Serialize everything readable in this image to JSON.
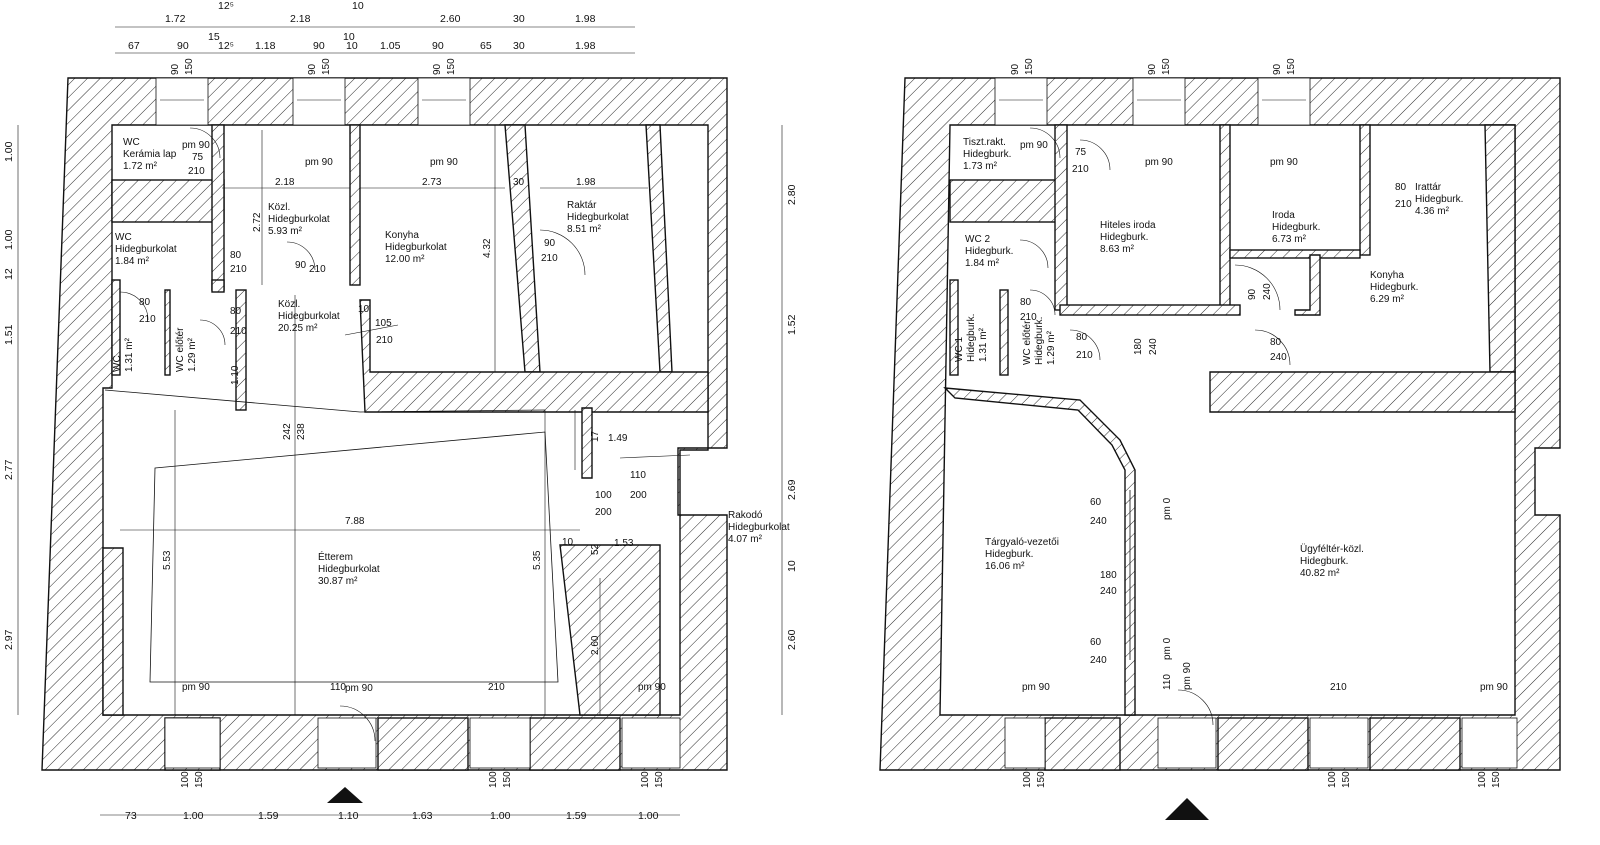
{
  "plan_left": {
    "top_dims_row1": [
      "1.72",
      "12⁵",
      "2.18",
      "10",
      "2.60",
      "30",
      "1.98"
    ],
    "top_dims_row2": [
      "67",
      "90",
      "15",
      "12⁵",
      "1.18",
      "90",
      "10",
      "10",
      "1.05",
      "90",
      "65",
      "30",
      "1.98"
    ],
    "bottom_dims": [
      "73",
      "1.00",
      "1.59",
      "1.10",
      "1.63",
      "1.00",
      "1.59",
      "1.00"
    ],
    "left_dims": [
      "1.00",
      "1.00",
      "12",
      "1.51",
      "2.77",
      "2.97"
    ],
    "right_dims": [
      "2.80",
      "1.52",
      "2.69",
      "10",
      "2.60"
    ],
    "window_top": [
      "90",
      "150"
    ],
    "window_bottom": [
      "100",
      "150"
    ],
    "rooms": [
      {
        "name": "WC",
        "floor": "Kerámia lap",
        "area": "1.72 m²"
      },
      {
        "name": "Közl.",
        "floor": "Hidegburkolat",
        "area": "5.93 m²"
      },
      {
        "name": "Konyha",
        "floor": "Hidegburkolat",
        "area": "12.00 m²"
      },
      {
        "name": "Raktár",
        "floor": "Hidegburkolat",
        "area": "8.51 m²"
      },
      {
        "name": "WC",
        "floor": "Hidegburkolat",
        "area": "1.84 m²"
      },
      {
        "name": "WC",
        "floor": "",
        "area": "1.31 m²"
      },
      {
        "name": "WC előtér",
        "floor": "",
        "area": "1.29 m²"
      },
      {
        "name": "Közl.",
        "floor": "Hidegburkolat",
        "area": "20.25 m²"
      },
      {
        "name": "Étterem",
        "floor": "Hidegburkolat",
        "area": "30.87 m²"
      },
      {
        "name": "Rakodó",
        "floor": "Hidegburkolat",
        "area": "4.07 m²"
      }
    ],
    "inner_dims": {
      "d_218": "2.18",
      "d_272": "2.72",
      "d_273": "2.73",
      "d_432": "4.32",
      "d_198": "1.98",
      "d_788": "7.88",
      "d_553": "5.53",
      "d_535": "5.35",
      "d_260": "2.60",
      "d_149": "1.49",
      "d_153": "1.53",
      "d_242": "242",
      "d_236": "238",
      "d_110": "1.10",
      "d_17": "17",
      "d_52": "52",
      "d_10": "10",
      "d_30": "30"
    },
    "door_labels": [
      "pm 90",
      "75",
      "210",
      "pm 90",
      "pm 90",
      "90",
      "210",
      "80",
      "210",
      "90",
      "210",
      "80",
      "210",
      "80",
      "210",
      "105",
      "210",
      "100",
      "200",
      "110",
      "200",
      "pm 90",
      "110",
      "210",
      "pm 90",
      "pm 90",
      "10"
    ]
  },
  "plan_right": {
    "window_top": [
      "90",
      "150"
    ],
    "window_bottom": [
      "100",
      "150"
    ],
    "rooms": [
      {
        "name": "Tiszt.rakt.",
        "floor": "Hidegburk.",
        "area": "1.73 m²"
      },
      {
        "name": "Hiteles iroda",
        "floor": "Hidegburk.",
        "area": "8.63 m²"
      },
      {
        "name": "Iroda",
        "floor": "Hidegburk.",
        "area": "6.73 m²"
      },
      {
        "name": "Irattár",
        "floor": "Hidegburk.",
        "area": "4.36 m²"
      },
      {
        "name": "WC 2",
        "floor": "Hidegburk.",
        "area": "1.84 m²"
      },
      {
        "name": "WC 1",
        "floor": "Hidegburk.",
        "area": "1.31 m²"
      },
      {
        "name": "WC előtér",
        "floor": "Hidegburk.",
        "area": "1.29 m²"
      },
      {
        "name": "Konyha",
        "floor": "Hidegburk.",
        "area": "6.29 m²"
      },
      {
        "name": "Tárgyaló-vezetői",
        "floor": "Hidegburk.",
        "area": "16.06 m²"
      },
      {
        "name": "Ügyféltér-közl.",
        "floor": "Hidegburk.",
        "area": "40.82 m²"
      }
    ],
    "door_labels": [
      "pm 90",
      "75",
      "210",
      "pm 90",
      "pm 90",
      "80",
      "210",
      "80",
      "210",
      "80",
      "210",
      "90",
      "240",
      "80",
      "240",
      "180",
      "240",
      "60",
      "240",
      "180",
      "240",
      "60",
      "240",
      "pm 0",
      "pm 0",
      "pm 90",
      "110",
      "210",
      "pm 90",
      "pm 90"
    ]
  }
}
